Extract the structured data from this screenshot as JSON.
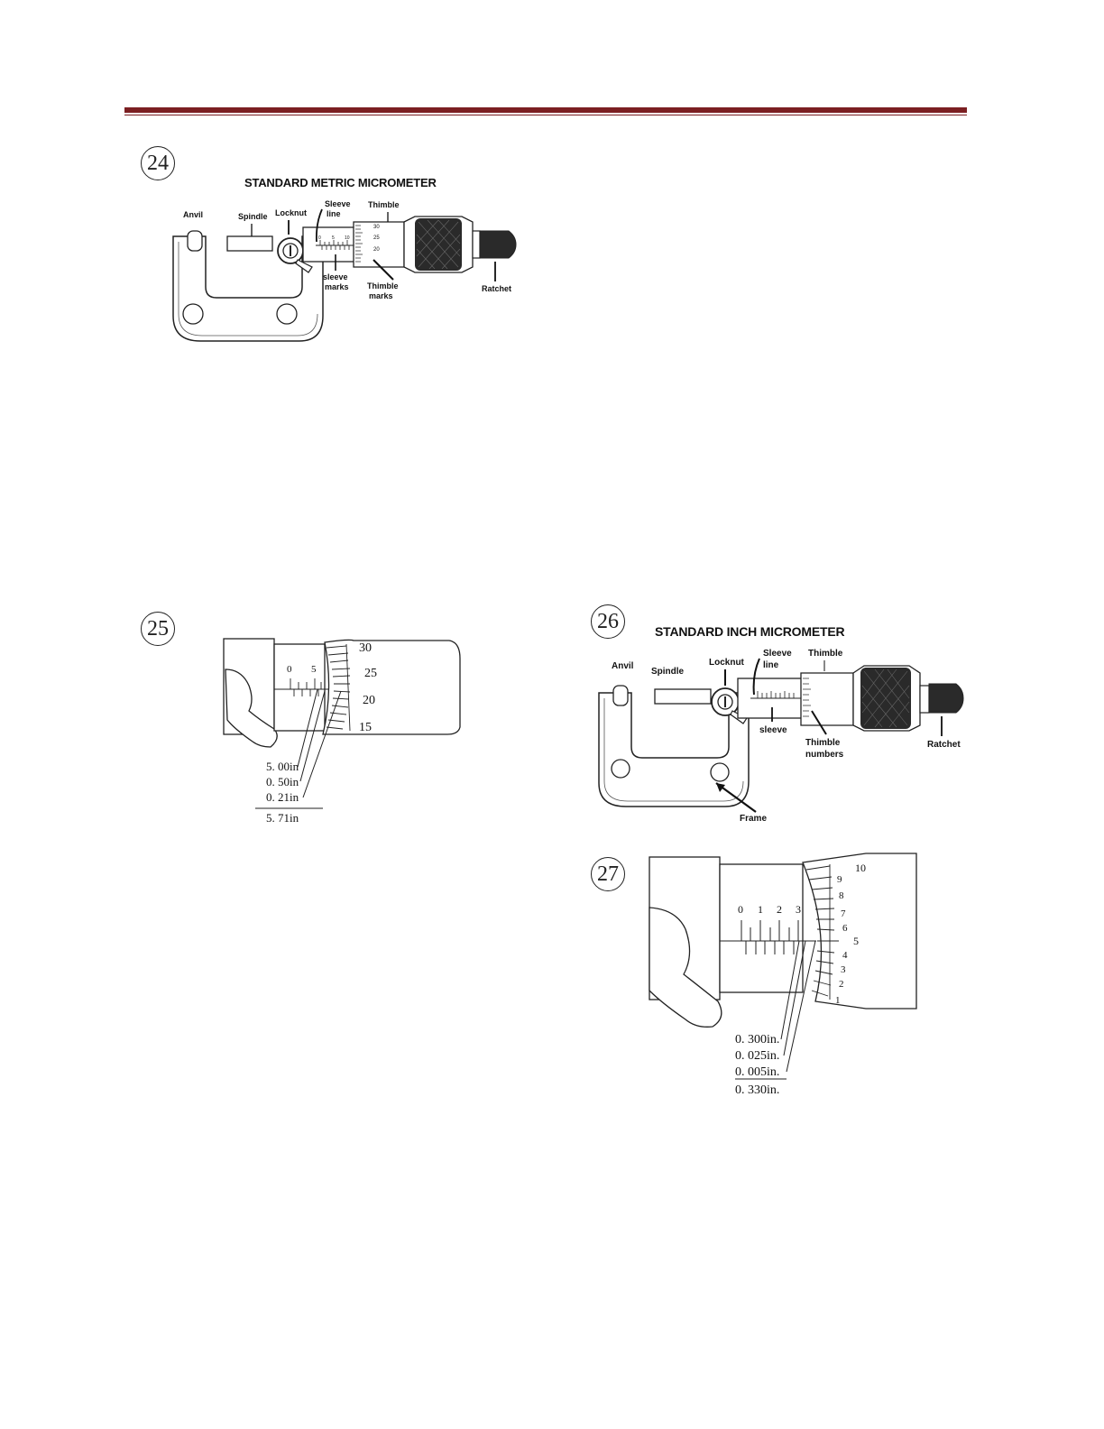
{
  "colors": {
    "rule": "#7b1f22",
    "ink": "#111111",
    "knurl": "#2a2a2a"
  },
  "figures": {
    "fig24": {
      "number": "24",
      "title": "STANDARD METRIC MICROMETER",
      "labels": {
        "anvil": "Anvil",
        "spindle": "Spindle",
        "locknut": "Locknut",
        "sleeve_line_1": "Sleeve",
        "sleeve_line_2": "line",
        "thimble": "Thimble",
        "sleeve_marks_1": "sleeve",
        "sleeve_marks_2": "marks",
        "thimble_marks_1": "Thimble",
        "thimble_marks_2": "marks",
        "ratchet": "Ratchet"
      },
      "thimble_scale": [
        "30",
        "25",
        "20"
      ],
      "sleeve_scale": [
        "0",
        "5",
        "10"
      ]
    },
    "fig25": {
      "number": "25",
      "sleeve_scale": [
        "0",
        "5"
      ],
      "thimble_scale": [
        "30",
        "25",
        "20",
        "15"
      ],
      "readings": [
        "5. 00in",
        "0. 50in",
        "0. 21in"
      ],
      "total": "5. 71in"
    },
    "fig26": {
      "number": "26",
      "title": "STANDARD INCH MICROMETER",
      "labels": {
        "anvil": "Anvil",
        "spindle": "Spindle",
        "locknut": "Locknut",
        "sleeve_line_1": "Sleeve",
        "sleeve_line_2": "line",
        "thimble": "Thimble",
        "sleeve": "sleeve",
        "thimble_numbers_1": "Thimble",
        "thimble_numbers_2": "numbers",
        "ratchet": "Ratchet",
        "frame": "Frame"
      }
    },
    "fig27": {
      "number": "27",
      "sleeve_scale": [
        "0",
        "1",
        "2",
        "3"
      ],
      "thimble_scale": [
        "10",
        "9",
        "8",
        "7",
        "6",
        "5",
        "4",
        "3",
        "2",
        "1"
      ],
      "readings": [
        "0. 300in.",
        "0. 025in.",
        "0. 005in."
      ],
      "total": "0. 330in."
    }
  }
}
